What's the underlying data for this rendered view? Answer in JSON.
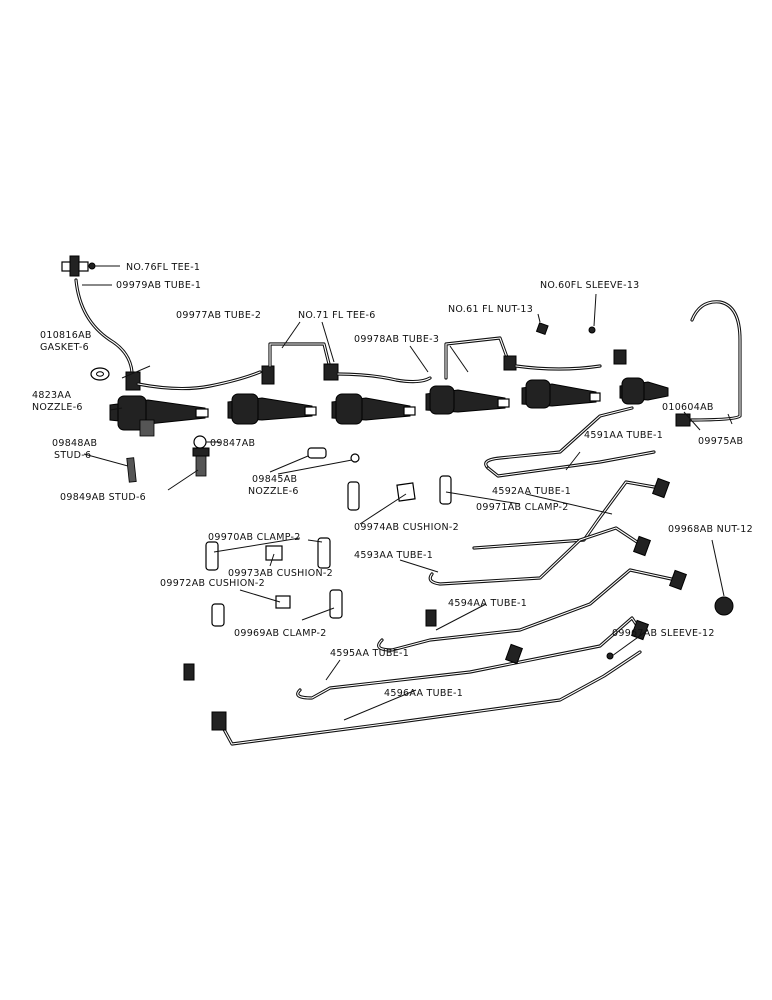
{
  "diagram": {
    "labels": {
      "tee_76": "NO.76FL TEE-1",
      "tube_09979": "09979AB TUBE-1",
      "gasket_010816": "010816AB",
      "gasket_010816_2": "GASKET-6",
      "nozzle_4823": "4823AA",
      "nozzle_4823_2": "NOZZLE-6",
      "stud_09848": "09848AB",
      "stud_09848_2": "STUD-6",
      "stud_09849": "09849AB STUD-6",
      "part_09847": "09847AB",
      "tube_09977": "09977AB TUBE-2",
      "tee_71": "NO.71 FL TEE-6",
      "tube_09978": "09978AB TUBE-3",
      "nut_61": "NO.61 FL NUT-13",
      "sleeve_60": "NO.60FL SLEEVE-13",
      "part_010604": "010604AB",
      "part_09975": "09975AB",
      "tube_4591": "4591AA TUBE-1",
      "nozzle_09845": "09845AB",
      "nozzle_09845_2": "NOZZLE-6",
      "tube_4592": "4592AA TUBE-1",
      "clamp_09971": "09971AB CLAMP-2",
      "cushion_09974": "09974AB CUSHION-2",
      "clamp_09970": "09970AB CLAMP-2",
      "cushion_09973": "09973AB CUSHION-2",
      "cushion_09972": "09972AB CUSHION-2",
      "clamp_09969": "09969AB CLAMP-2",
      "tube_4593": "4593AA TUBE-1",
      "nut_09968": "09968AB NUT-12",
      "tube_4594": "4594AA TUBE-1",
      "sleeve_09967": "09967AB SLEEVE-12",
      "tube_4595": "4595AA TUBE-1",
      "tube_4596": "4596AA TUBE-1"
    }
  }
}
